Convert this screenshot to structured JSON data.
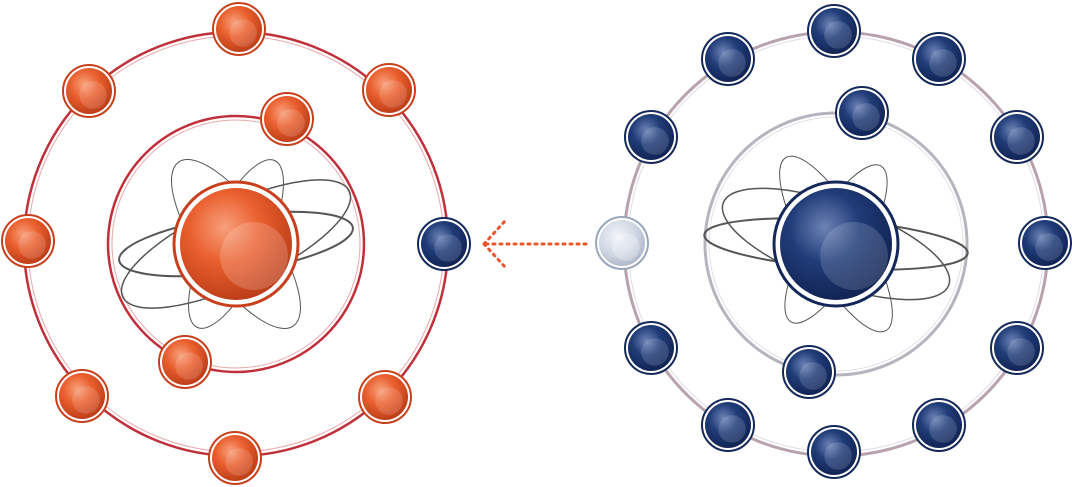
{
  "diagram": {
    "colors": {
      "orange": "#e8562a",
      "orange_dark": "#c8401b",
      "navy": "#1f3a73",
      "navy_dark": "#14285a",
      "ghost": "#c9d1de",
      "ring_red": "#c0303a",
      "ring_gray": "#b7b3bf",
      "orbit_line": "#555555",
      "arrow": "#e8562a"
    },
    "atoms": [
      {
        "id": "left-atom",
        "nucleus_color": "orange",
        "inner_shell": {
          "electron_count": 2,
          "electron_color": "orange"
        },
        "outer_shell": {
          "electron_count": 8,
          "electron_colors": [
            "orange",
            "orange",
            "orange",
            "orange",
            "orange",
            "orange",
            "orange",
            "navy"
          ]
        }
      },
      {
        "id": "right-atom",
        "nucleus_color": "navy",
        "inner_shell": {
          "electron_count": 2,
          "electron_color": "navy"
        },
        "outer_shell": {
          "electron_count": 12,
          "electron_color": "navy"
        }
      }
    ],
    "transfer": {
      "direction": "right-to-left",
      "ghost_electron_color": "ghost",
      "arrow_style": "dotted"
    }
  }
}
